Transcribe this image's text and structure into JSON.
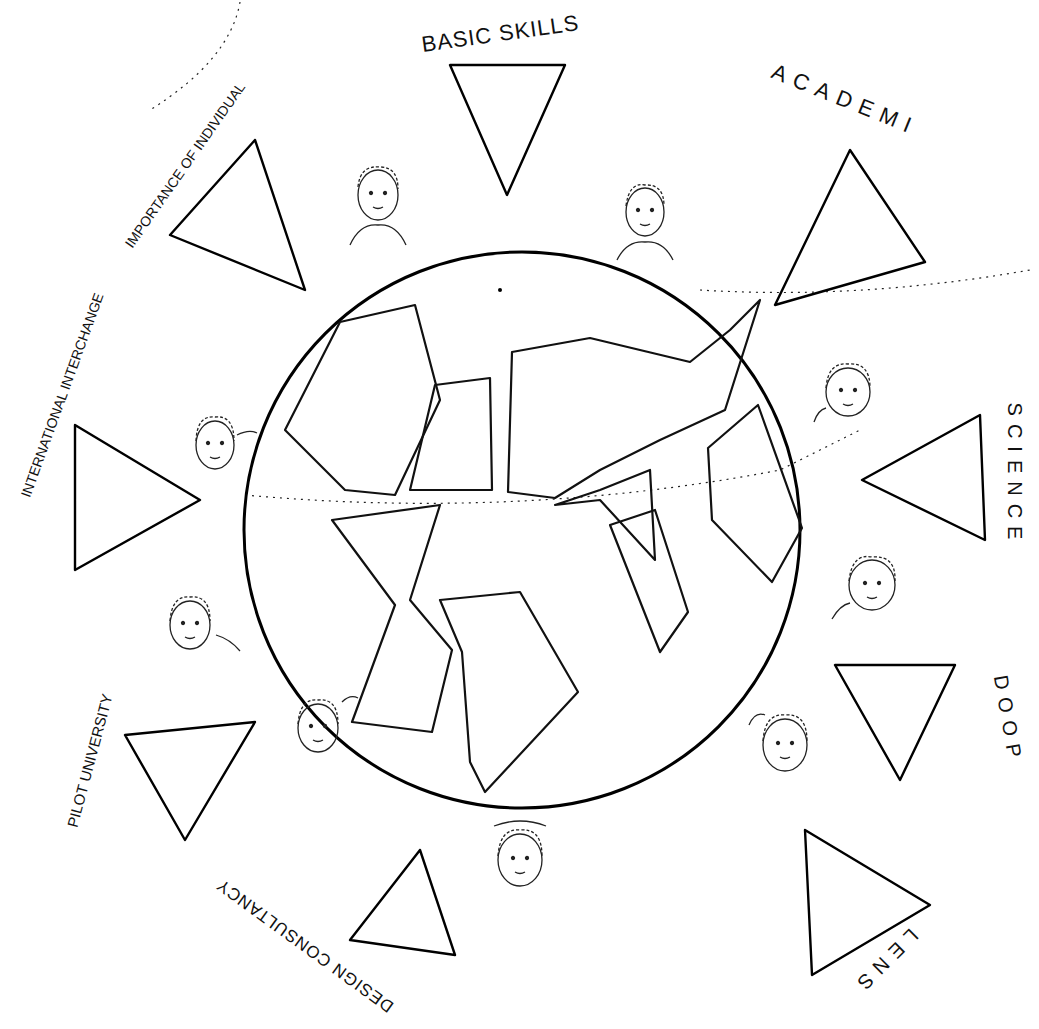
{
  "diagram": {
    "nodes": [
      {
        "text": [
          "BASIC SKILLS"
        ]
      },
      {
        "text": [
          "ACADEMI"
        ]
      },
      {
        "text": [
          "SCIENCE"
        ]
      },
      {
        "text": [
          "DOOP"
        ]
      },
      {
        "text": [
          "LENS"
        ]
      },
      {
        "text": [
          "DESIGN CONSULTANCY"
        ]
      },
      {
        "text": [
          "PILOT UNIVERSITY"
        ]
      },
      {
        "text": [
          "INTERNATIONAL INTERCHANGE"
        ]
      },
      {
        "text": [
          "IMPORTANCE OF INDIVIDUAL"
        ]
      }
    ]
  }
}
